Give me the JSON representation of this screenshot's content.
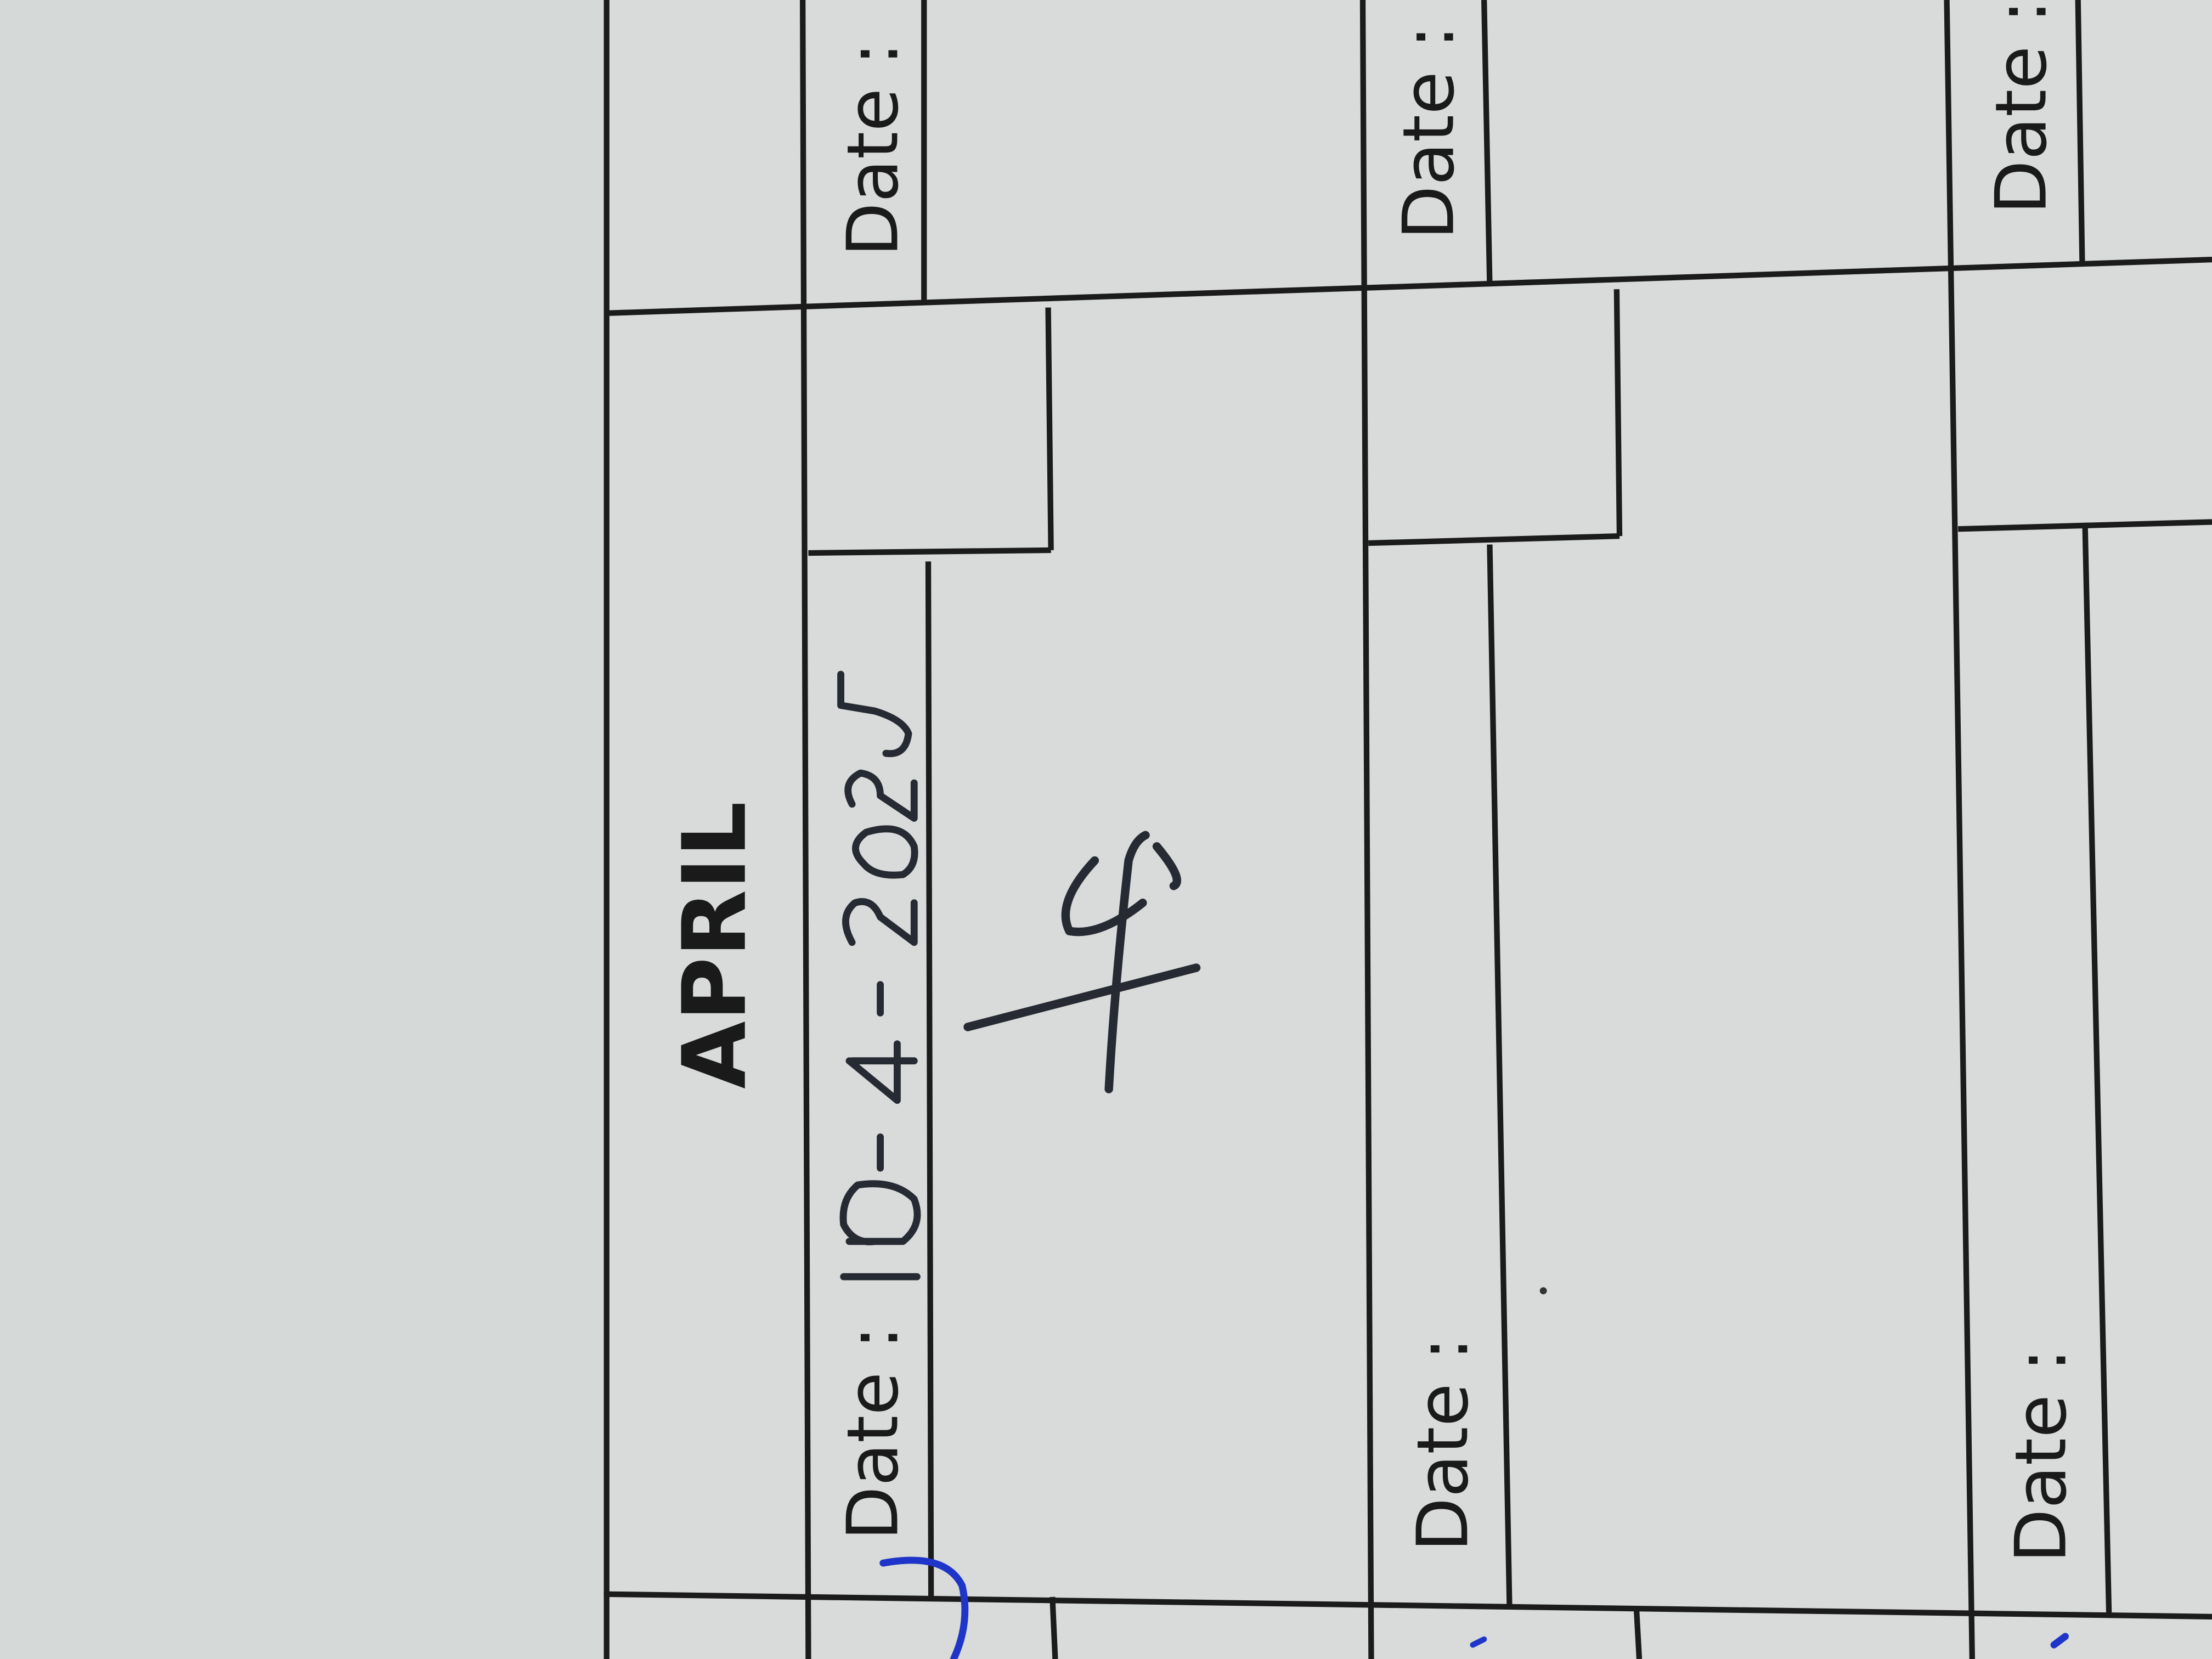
{
  "sheet": {
    "month": "APRIL",
    "date_label": "Date :",
    "entries": [
      {
        "date_label": "Date :",
        "handwritten_date": "10-4-2025",
        "handwritten_note": "4"
      },
      {
        "date_label": "Date :"
      },
      {
        "date_label": "Date :"
      }
    ],
    "top_entries": [
      {
        "date_label": "Date :"
      },
      {
        "date_label": "Date :"
      },
      {
        "date_label": "Date :"
      }
    ]
  },
  "colors": {
    "paper": "#dcdfdd",
    "line": "#1b1b1b",
    "pen": "#262a33",
    "blue_pen": "#1f35c9"
  }
}
